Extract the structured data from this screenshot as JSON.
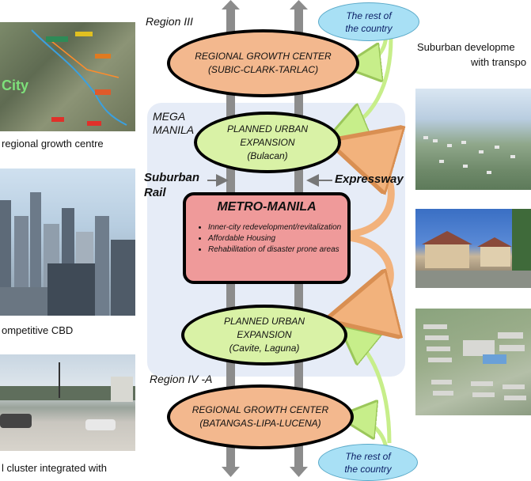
{
  "left_captions": [
    {
      "text": "regional growth centre"
    },
    {
      "text": "ompetitive CBD"
    },
    {
      "text": "l cluster integrated with"
    }
  ],
  "left_photo_labels": {
    "city": "City"
  },
  "right_captions": {
    "line1": "Suburban developme",
    "line2": "with transpo"
  },
  "regions": {
    "top": "Region III",
    "bottom": "Region IV -A"
  },
  "mega_manila": [
    "MEGA",
    "MANILA"
  ],
  "labels": {
    "suburban_rail": [
      "Suburban",
      "Rail"
    ],
    "expressway": "Expressway"
  },
  "rest_of_country": {
    "top": [
      "The rest of",
      "the country"
    ],
    "bottom": [
      "The rest of",
      "the country"
    ]
  },
  "nodes": {
    "rgc_north": {
      "title": "REGIONAL GROWTH CENTER",
      "sub": "(SUBIC-CLARK-TARLAC)"
    },
    "pue_north": {
      "line1": "PLANNED URBAN",
      "line2": "EXPANSION",
      "sub": "(Bulacan)"
    },
    "metro": {
      "title": "METRO-MANILA",
      "bullets": [
        "Inner-city redevelopment/revitalization",
        "Affordable Housing",
        "Rehabilitation of disaster prone areas"
      ]
    },
    "pue_south": {
      "line1": "PLANNED URBAN",
      "line2": "EXPANSION",
      "sub": "(Cavite, Laguna)"
    },
    "rgc_south": {
      "title": "REGIONAL GROWTH CENTER",
      "sub": "(BATANGAS-LIPA-LUCENA)"
    }
  },
  "colors": {
    "orange_node": "#f3b88e",
    "green_node": "#d9f2a6",
    "metro_node": "#ef9a9a",
    "cloud": "#a8e0f5",
    "mega_bg": "#e6ecf7",
    "rail": "#8c8c8c",
    "orange_arrow": "#f2b27c",
    "green_arrow": "#c7ee8a"
  }
}
